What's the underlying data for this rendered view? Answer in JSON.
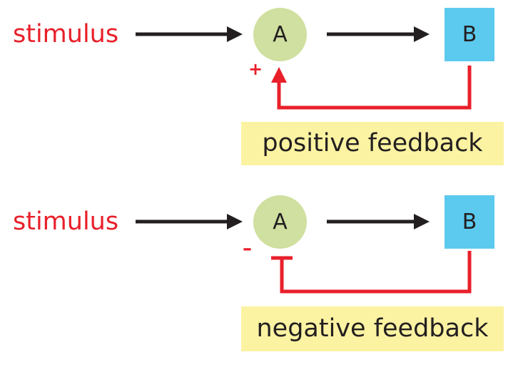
{
  "colors": {
    "stimulus_text": "#e8202a",
    "feedback_arrow": "#e8202a",
    "signal_arrow": "#231f20",
    "node_a_fill": "#cfe0a0",
    "node_b_fill": "#5cc9ee",
    "caption_fill": "#fbf3a2"
  },
  "panels": [
    {
      "stimulus": "stimulus",
      "node_a": "A",
      "node_b": "B",
      "sign": "+",
      "feedback_head": "arrowhead",
      "caption": "positive feedback"
    },
    {
      "stimulus": "stimulus",
      "node_a": "A",
      "node_b": "B",
      "sign": "–",
      "feedback_head": "bar",
      "caption": "negative feedback"
    }
  ]
}
